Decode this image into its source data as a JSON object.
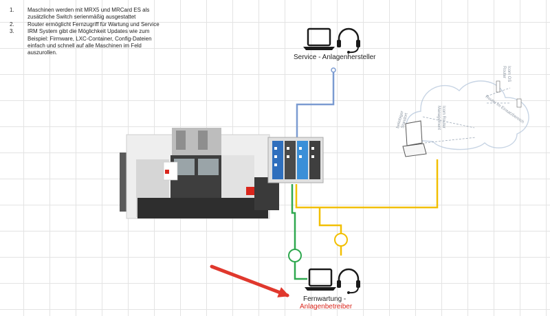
{
  "notes": [
    {
      "num": "1.",
      "lines": [
        "Maschinen werden mit MRX5 und MRCard ES als",
        "zusätzliche Switch serienmäßig ausgestattet"
      ]
    },
    {
      "num": "2.",
      "lines": [
        "Router ermöglicht Fernzugriff für Wartung und Service"
      ]
    },
    {
      "num": "3.",
      "lines": [
        "IRM System gibt die Möglichkeit Updates wie zum",
        "Beispiel: Firmware, LXC-Container, Config-Dateien",
        "einfach und schnell auf alle Maschinen im Feld",
        "auszurollen."
      ]
    }
  ],
  "service_label": "Service - Anlagenhersteller",
  "fernwartung": {
    "line1": "Fernwartung -",
    "line2": "Anlagenbetreiber"
  },
  "cloud": {
    "center": [
      "Icom Router",
      "Management"
    ],
    "right": [
      "Icom OS",
      "Router"
    ],
    "router_caption": "Router im Einsatzbereich",
    "laptop_caption": [
      "beliebiger",
      "Standort"
    ]
  },
  "colors": {
    "blue": "#7b9bd1",
    "yellow": "#f2bf00",
    "green": "#2fa84f",
    "arrow": "#e0382d",
    "accent": "#d9261c"
  },
  "icons": [
    "laptop-icon",
    "headset-icon",
    "cnc-machine",
    "router-device",
    "cloud-icon",
    "arrow-icon"
  ]
}
